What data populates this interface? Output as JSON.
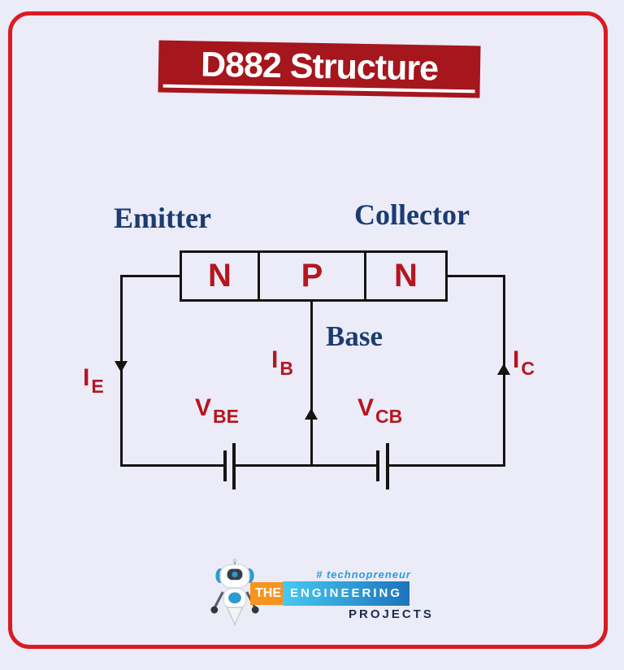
{
  "page": {
    "background_color": "#ecebf8",
    "border_color": "#da1b22"
  },
  "title": {
    "text": "D882 Structure",
    "banner_color": "#a5161d",
    "text_color": "#ffffff"
  },
  "diagram": {
    "terminals": {
      "emitter": "Emitter",
      "collector": "Collector",
      "base": "Base"
    },
    "regions": [
      "N",
      "P",
      "N"
    ],
    "currents": [
      {
        "main": "I",
        "sub": "E"
      },
      {
        "main": "I",
        "sub": "B"
      },
      {
        "main": "I",
        "sub": "C"
      }
    ],
    "voltages": [
      {
        "main": "V",
        "sub": "BE"
      },
      {
        "main": "V",
        "sub": "CB"
      }
    ],
    "colors": {
      "navy_label": "#1b3c70",
      "red_label": "#b5161f",
      "wire": "#141414"
    }
  },
  "logo": {
    "tagline": "# technopreneur",
    "the": "THE",
    "engineering": "ENGINEERING",
    "projects": "PROJECTS",
    "colors": {
      "orange": "#f7941e",
      "blue_light": "#47c9f2",
      "blue_dark": "#1b74bb",
      "tagline_blue": "#2e9bd6",
      "projects_navy": "#1c2c4d"
    }
  }
}
